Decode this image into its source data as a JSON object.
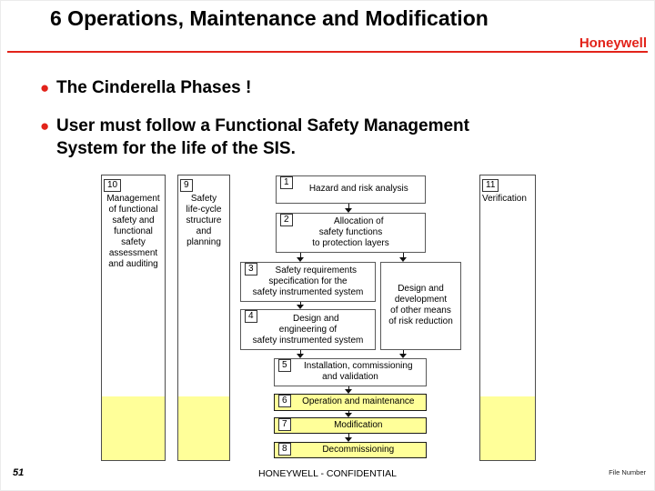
{
  "colors": {
    "accent_red": "#E2231A",
    "highlight_yellow": "#FFFF99"
  },
  "header": {
    "title": "6 Operations, Maintenance and Modification",
    "brand": "Honeywell"
  },
  "bullets": [
    {
      "text": "The Cinderella Phases !"
    },
    {
      "text": "User must follow a Functional Safety Management\nSystem for the life of the SIS."
    }
  ],
  "diagram": {
    "columns": [
      {
        "number": "10",
        "label": "Management\nof functional\nsafety and\nfunctional\nsafety\nassessment\nand auditing"
      },
      {
        "number": "9",
        "label": "Safety\nlife-cycle\nstructure\nand\nplanning"
      },
      {
        "number": "11",
        "label": "Verification"
      }
    ],
    "boxes": [
      {
        "number": "1",
        "label": "Hazard and risk analysis"
      },
      {
        "number": "2",
        "label": "Allocation of\nsafety functions\nto protection layers"
      },
      {
        "number": "3",
        "label": "Safety requirements\nspecification for the\nsafety instrumented system"
      },
      {
        "number": "4",
        "label": "Design and\nengineering of\nsafety instrumented system"
      },
      {
        "label": "Design and\ndevelopment\nof other means\nof risk reduction"
      },
      {
        "number": "5",
        "label": "Installation, commissioning\nand validation"
      },
      {
        "number": "6",
        "label": "Operation and maintenance"
      },
      {
        "number": "7",
        "label": "Modification"
      },
      {
        "number": "8",
        "label": "Decommissioning"
      }
    ]
  },
  "footer": {
    "page_number": "51",
    "center": "HONEYWELL - CONFIDENTIAL",
    "right": "File Number"
  }
}
